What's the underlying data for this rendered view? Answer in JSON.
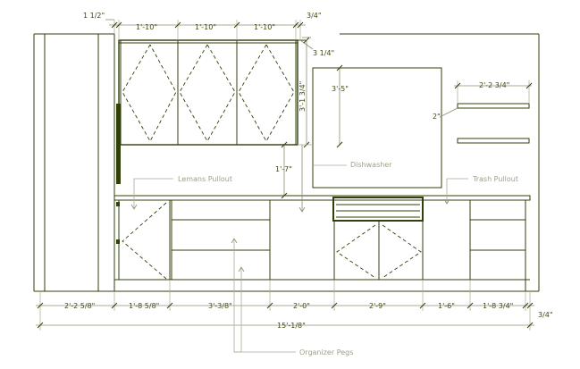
{
  "dimensions": {
    "top_left_1_half": "1 1/2\"",
    "upper_door_1": "1'-10\"",
    "upper_door_2": "1'-10\"",
    "upper_door_3": "1'-10\"",
    "top_right_3_4": "3/4\"",
    "corner_3_1_4": "3 1/4\"",
    "upper_height": "3'-1 3/4\"",
    "window_height": "3'-5\"",
    "shelf_width": "2'-2 3/4\"",
    "shelf_spacing": "2\"",
    "upper_to_counter": "1'-7\"",
    "base_1": "2'-2 5/8\"",
    "base_2": "1'-8 5/8\"",
    "base_3": "3'-3/8\"",
    "base_4": "2'-0\"",
    "base_5": "2'-9\"",
    "base_6": "1'-6\"",
    "base_7": "1'-8 3/4\"",
    "base_right_3_4": "3/4\"",
    "overall": "15'-1/8\""
  },
  "notes": {
    "lemons_pullout": "Lemans Pullout",
    "dishwasher": "Dishwasher",
    "trash_pullout": "Trash Pullout",
    "organizer_pegs": "Organizer Pegs"
  }
}
